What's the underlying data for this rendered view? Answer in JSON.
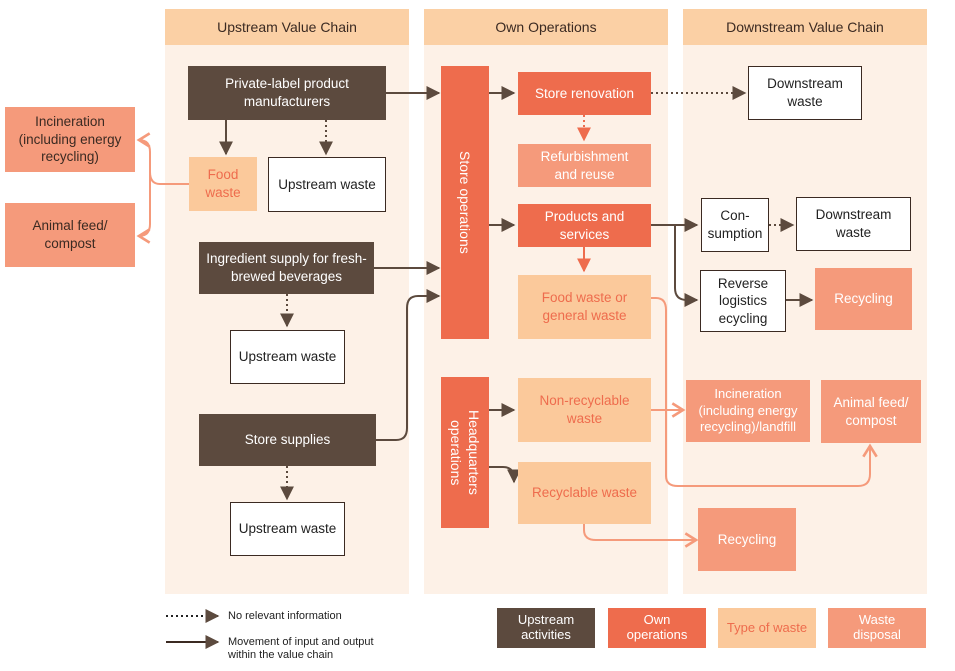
{
  "columns": {
    "upstream": "Upstream Value Chain",
    "own": "Own Operations",
    "downstream": "Downstream Value Chain"
  },
  "boxes": {
    "private_label": "Private-label product manufacturers",
    "food_waste_up": "Food waste",
    "upstream_waste_1": "Upstream waste",
    "incineration_left": "Incineration (including energy recycling)",
    "animal_feed_left": "Animal feed/ compost",
    "ingredient_supply": "Ingredient supply for fresh-brewed beverages",
    "upstream_waste_2": "Upstream waste",
    "store_supplies": "Store supplies",
    "upstream_waste_3": "Upstream waste",
    "store_operations": "Store operations",
    "store_renovation": "Store renovation",
    "refurbishment": "Refurbishment and reuse",
    "products_services": "Products and services",
    "food_or_general": "Food waste or general waste",
    "hq_operations": "Headquarters operations",
    "non_recyclable": "Non-recyclable waste",
    "recyclable": "Recyclable waste",
    "downstream_waste_1": "Downstream waste",
    "consumption": "Con- sumption",
    "downstream_waste_2": "Downstream waste",
    "reverse_logistics": "Reverse logistics ecycling",
    "recycling_right": "Recycling",
    "incineration_right": "Incineration (including energy recycling)/landfill",
    "animal_feed_right": "Animal feed/ compost",
    "recycling_bottom": "Recycling"
  },
  "legend": {
    "dotted": "No relevant information",
    "solid": "Movement of input and output within the value chain",
    "upstream": "Upstream activities",
    "own": "Own operations",
    "waste": "Type of waste",
    "disposal": "Waste disposal"
  },
  "colors": {
    "upstream": "#5c4a3e",
    "own": "#ee6c4d",
    "waste": "#fbc99b",
    "disposal": "#f59a7b",
    "column_bg": "#fdf1e7",
    "header_bg": "#fbd0a5"
  }
}
